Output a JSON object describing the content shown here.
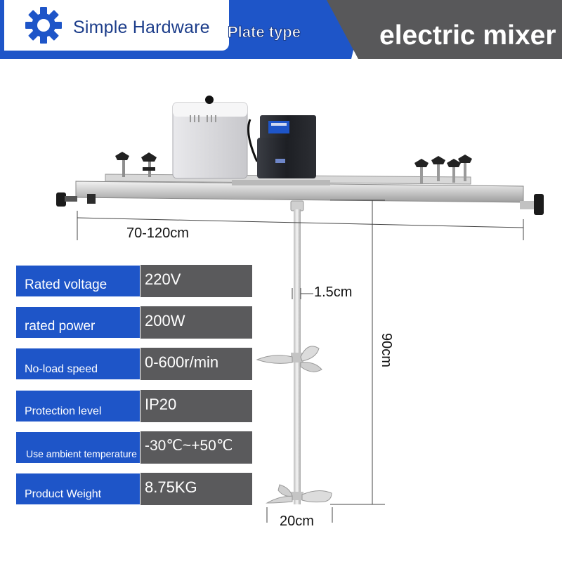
{
  "header": {
    "brand": "Simple Hardware",
    "subtitle": "Plate type",
    "title": "electric mixer",
    "brand_icon": "gear-icon",
    "colors": {
      "blue": "#1e55c8",
      "gray": "#58585a"
    }
  },
  "dimensions": {
    "width": "70-120cm",
    "shaft_diameter": "1.5cm",
    "height": "90cm",
    "blade_span": "20cm"
  },
  "specs": [
    {
      "label": "Rated voltage",
      "value": "220V"
    },
    {
      "label": "rated power",
      "value": "200W"
    },
    {
      "label": "No-load speed",
      "value": "0-600r/min"
    },
    {
      "label": "Protection level",
      "value": "IP20"
    },
    {
      "label": "Use ambient temperature",
      "value": "-30℃~+50℃"
    },
    {
      "label": "Product Weight",
      "value": "8.75KG"
    }
  ]
}
